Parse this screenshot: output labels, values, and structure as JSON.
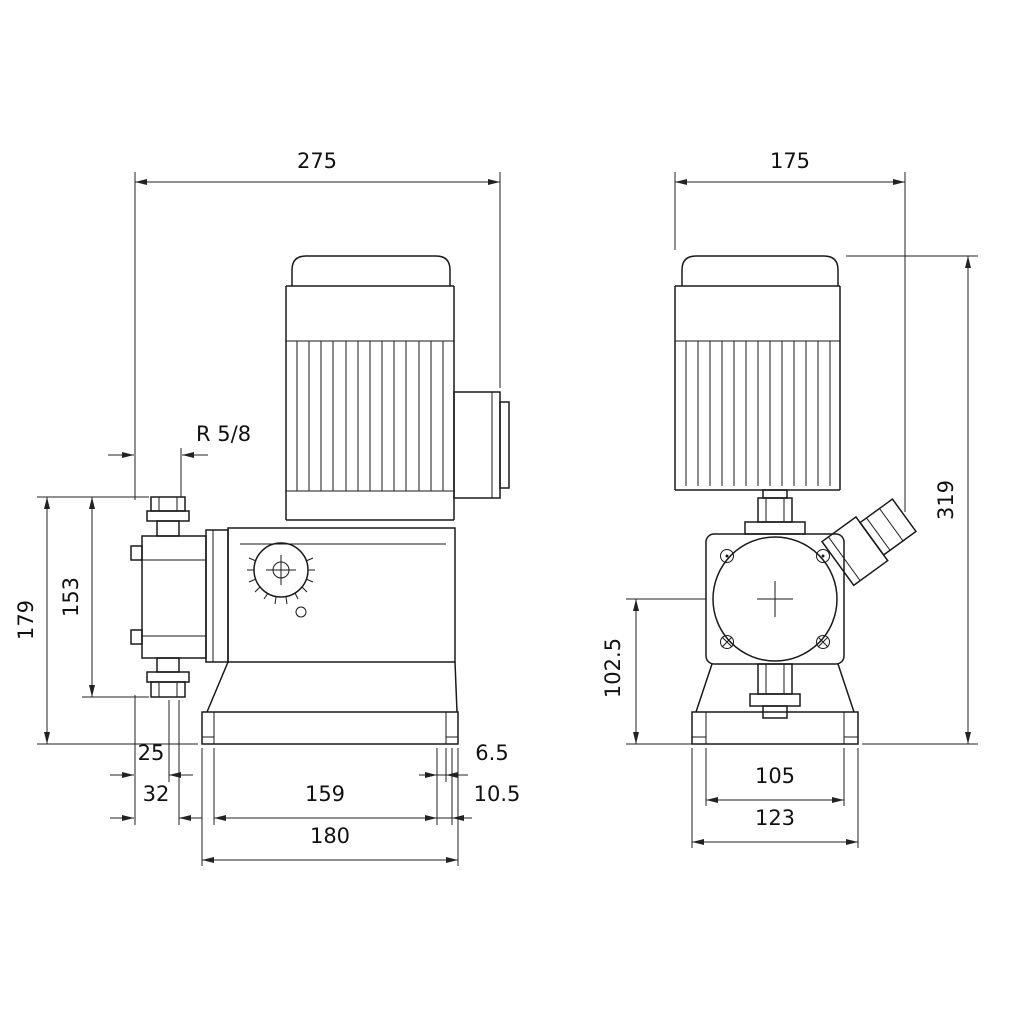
{
  "colors": {
    "line": "#1a1a1a",
    "dimension": "#222222",
    "background": "#ffffff",
    "text": "#111111"
  },
  "side_view": {
    "dims": {
      "overall_width": "275",
      "connection_thread": "R 5/8",
      "overall_height": "179",
      "valve_to_valve": "153",
      "edge_to_center": "25",
      "edge_offset": "32",
      "base_slot_span": "159",
      "base_width": "180",
      "foot_lip": "6.5",
      "foot_edge": "10.5"
    }
  },
  "front_view": {
    "dims": {
      "overall_depth": "175",
      "overall_height": "319",
      "head_center_height": "102.5",
      "foot_hole_span": "105",
      "base_depth": "123"
    }
  }
}
